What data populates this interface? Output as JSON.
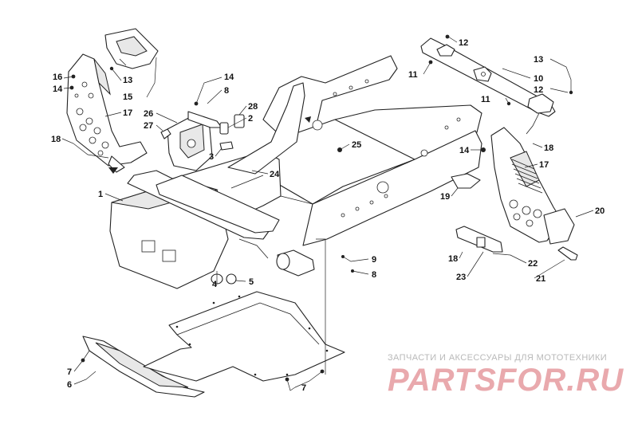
{
  "callouts": [
    {
      "id": "c12a",
      "text": "12"
    },
    {
      "id": "c11a",
      "text": "11"
    },
    {
      "id": "c13a",
      "text": "13"
    },
    {
      "id": "c10",
      "text": "10"
    },
    {
      "id": "c12b",
      "text": "12"
    },
    {
      "id": "c11b",
      "text": "11"
    },
    {
      "id": "c16",
      "text": "16"
    },
    {
      "id": "c14a",
      "text": "14"
    },
    {
      "id": "c13b",
      "text": "13"
    },
    {
      "id": "c15",
      "text": "15"
    },
    {
      "id": "c17a",
      "text": "17"
    },
    {
      "id": "c18a",
      "text": "18"
    },
    {
      "id": "c14b",
      "text": "14"
    },
    {
      "id": "c8a",
      "text": "8"
    },
    {
      "id": "c28",
      "text": "28"
    },
    {
      "id": "c26",
      "text": "26"
    },
    {
      "id": "c2",
      "text": "2"
    },
    {
      "id": "c27",
      "text": "27"
    },
    {
      "id": "c3",
      "text": "3"
    },
    {
      "id": "c25",
      "text": "25"
    },
    {
      "id": "c24",
      "text": "24"
    },
    {
      "id": "c1",
      "text": "1"
    },
    {
      "id": "c14c",
      "text": "14"
    },
    {
      "id": "c18b",
      "text": "18"
    },
    {
      "id": "c17b",
      "text": "17"
    },
    {
      "id": "c19",
      "text": "19"
    },
    {
      "id": "c20",
      "text": "20"
    },
    {
      "id": "c18c",
      "text": "18"
    },
    {
      "id": "c22",
      "text": "22"
    },
    {
      "id": "c23",
      "text": "23"
    },
    {
      "id": "c21",
      "text": "21"
    },
    {
      "id": "c9",
      "text": "9"
    },
    {
      "id": "c8b",
      "text": "8"
    },
    {
      "id": "c4",
      "text": "4"
    },
    {
      "id": "c5",
      "text": "5"
    },
    {
      "id": "c7a",
      "text": "7"
    },
    {
      "id": "c6",
      "text": "6"
    },
    {
      "id": "c7b",
      "text": "7"
    }
  ],
  "watermark": {
    "subtitle": "ЗАПЧАСТИ И АКСЕССУАРЫ ДЛЯ МОТОТЕХНИКИ",
    "brand": "PARTSFOR.RU"
  },
  "colors": {
    "line": "#222222",
    "watermark_brand": "#e9a9ad",
    "watermark_subtitle": "#b9b9b9"
  }
}
